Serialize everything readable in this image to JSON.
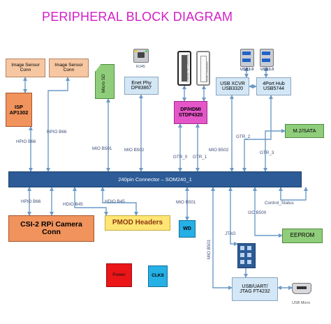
{
  "title": "PERIPHERAL BLOCK DIAGRAM",
  "blocks": {
    "img_sensor_1": "Image Sensor Conn",
    "img_sensor_2": "Image Sensor Conn",
    "isp": "ISP AP1302",
    "micro_sd": "Micro SD",
    "rj45_label": "RJ45",
    "enet_phy": "Enet Phy DP83867",
    "dp_connector_label": "DisplayPort Connector",
    "hdmi_connector_label": "HDMI Connector",
    "dp_hdmi": "DP/HDMI STDP4320",
    "usb30_1": "USB3.0",
    "usb30_2": "USB3.0",
    "usb_xcvr": "USB XCVR USB3320",
    "port_hub": "4Port Hub USB5744",
    "m2_sata": "M.2/SATA",
    "connector": "240pin Connector – SOM240_1",
    "csi2": "CSI-2 RPi Camera Conn",
    "pmod": "PMOD Headers",
    "wd": "WD",
    "eeprom": "EEPROM",
    "power": "Power",
    "clks": "CLKS",
    "usb_uart": "USB/UART/ JTAG FT4232",
    "usb_micro": "USB Micro"
  },
  "signals": {
    "hpio_b66_top_a": "HPIO B66",
    "hpio_b66_top_b": "HPIO B66",
    "mio_b501_top": "MIO B501",
    "mio_b502_top": "MIO B502",
    "gtr_0": "GTR_0",
    "gtr_1": "GTR_1",
    "mio_b502_top_b": "MIO B502",
    "gtr_2": "GTR_2",
    "gtr_3": "GTR_3",
    "hpio_b66_bot": "HPIO B66",
    "hdio_b45_a": "HDIO B45",
    "hdio_b45_b": "HDIO B45",
    "mio_b501_wd": "MIO B501",
    "i2c_b500": "I2C B500",
    "control_status": "Control_Status",
    "jtag": "JTAG",
    "mio_b501_bot": "MIO B501"
  },
  "colors": {
    "title": "#d41ec7",
    "peach": "#f6c7a1",
    "salmon": "#f1935d",
    "light_blue": "#d3e7f6",
    "green": "#8fcd7b",
    "magenta": "#e556c9",
    "connector_blue": "#2c5b97",
    "cyan": "#25b0e6",
    "yellow": "#ffe574",
    "red": "#ea1618",
    "arrow_blue": "#6c9ac8"
  }
}
